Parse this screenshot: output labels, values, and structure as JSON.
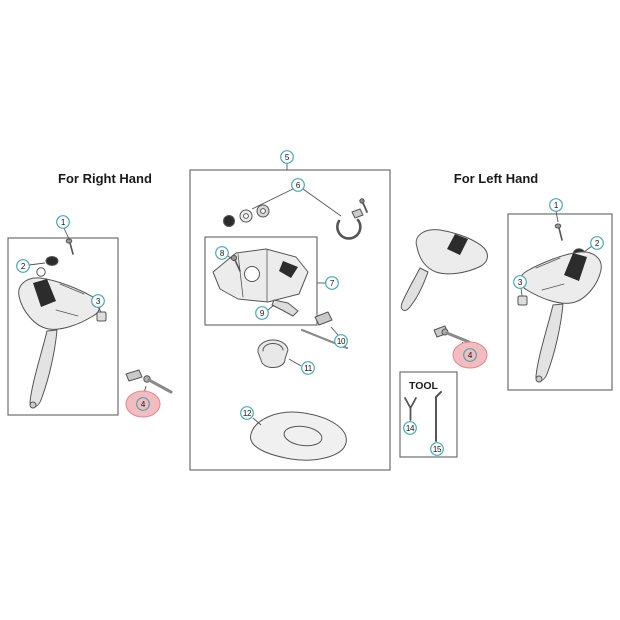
{
  "diagram": {
    "right_hand_label": "For Right Hand",
    "left_hand_label": "For Left Hand",
    "tool_label": "TOOL"
  },
  "colors": {
    "background": "#ffffff",
    "callout_stroke": "#4aa7b7",
    "highlight_fill": "#f4bcbe",
    "highlight_stroke": "#da8a91",
    "line": "#555555",
    "dark_part": "#2c2c2c",
    "box_stroke": "#6f6f6f"
  },
  "callouts": {
    "right_hand": [
      "1",
      "2",
      "3",
      "4"
    ],
    "left_hand": [
      "1",
      "2",
      "3",
      "4"
    ],
    "center": [
      "5",
      "6",
      "7",
      "8",
      "9",
      "10",
      "11",
      "12"
    ],
    "tool": [
      "14",
      "15"
    ]
  }
}
